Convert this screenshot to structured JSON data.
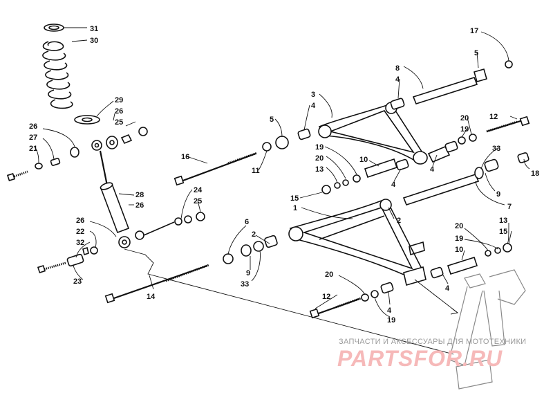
{
  "watermark": {
    "caption": "ЗАПЧАСТИ И АКСЕССУАРЫ ДЛЯ МОТОТЕХНИКИ",
    "brand": "PARTSFOR.RU",
    "brand_color": "#f6b9b9"
  },
  "callouts": [
    {
      "id": "c31",
      "text": "31"
    },
    {
      "id": "c30",
      "text": "30"
    },
    {
      "id": "c29",
      "text": "29"
    },
    {
      "id": "c26a",
      "text": "26"
    },
    {
      "id": "c25a",
      "text": "25"
    },
    {
      "id": "c26b",
      "text": "26"
    },
    {
      "id": "c27",
      "text": "27"
    },
    {
      "id": "c21",
      "text": "21"
    },
    {
      "id": "c28",
      "text": "28"
    },
    {
      "id": "c26c",
      "text": "26"
    },
    {
      "id": "c24",
      "text": "24"
    },
    {
      "id": "c25b",
      "text": "25"
    },
    {
      "id": "c26d",
      "text": "26"
    },
    {
      "id": "c22",
      "text": "22"
    },
    {
      "id": "c32",
      "text": "32"
    },
    {
      "id": "c23",
      "text": "23"
    },
    {
      "id": "c14",
      "text": "14"
    },
    {
      "id": "c16",
      "text": "16"
    },
    {
      "id": "c5a",
      "text": "5"
    },
    {
      "id": "c4a",
      "text": "4"
    },
    {
      "id": "c11",
      "text": "11"
    },
    {
      "id": "c3",
      "text": "3"
    },
    {
      "id": "c8",
      "text": "8"
    },
    {
      "id": "c4b",
      "text": "4"
    },
    {
      "id": "c5b",
      "text": "5"
    },
    {
      "id": "c17",
      "text": "17"
    },
    {
      "id": "c12a",
      "text": "12"
    },
    {
      "id": "c20a",
      "text": "20"
    },
    {
      "id": "c19a",
      "text": "19"
    },
    {
      "id": "c19b",
      "text": "19"
    },
    {
      "id": "c20b",
      "text": "20"
    },
    {
      "id": "c13a",
      "text": "13"
    },
    {
      "id": "c10a",
      "text": "10"
    },
    {
      "id": "c4c",
      "text": "4"
    },
    {
      "id": "c4d",
      "text": "4"
    },
    {
      "id": "c33a",
      "text": "33"
    },
    {
      "id": "c18",
      "text": "18"
    },
    {
      "id": "c9a",
      "text": "9"
    },
    {
      "id": "c7",
      "text": "7"
    },
    {
      "id": "c15a",
      "text": "15"
    },
    {
      "id": "c1",
      "text": "1"
    },
    {
      "id": "c2a",
      "text": "2"
    },
    {
      "id": "c6",
      "text": "6"
    },
    {
      "id": "c2b",
      "text": "2"
    },
    {
      "id": "c9b",
      "text": "9"
    },
    {
      "id": "c33b",
      "text": "33"
    },
    {
      "id": "c20c",
      "text": "20"
    },
    {
      "id": "c19c",
      "text": "19"
    },
    {
      "id": "c13b",
      "text": "13"
    },
    {
      "id": "c15b",
      "text": "15"
    },
    {
      "id": "c10b",
      "text": "10"
    },
    {
      "id": "c4e",
      "text": "4"
    },
    {
      "id": "c20d",
      "text": "20"
    },
    {
      "id": "c12b",
      "text": "12"
    },
    {
      "id": "c4f",
      "text": "4"
    },
    {
      "id": "c19d",
      "text": "19"
    }
  ]
}
